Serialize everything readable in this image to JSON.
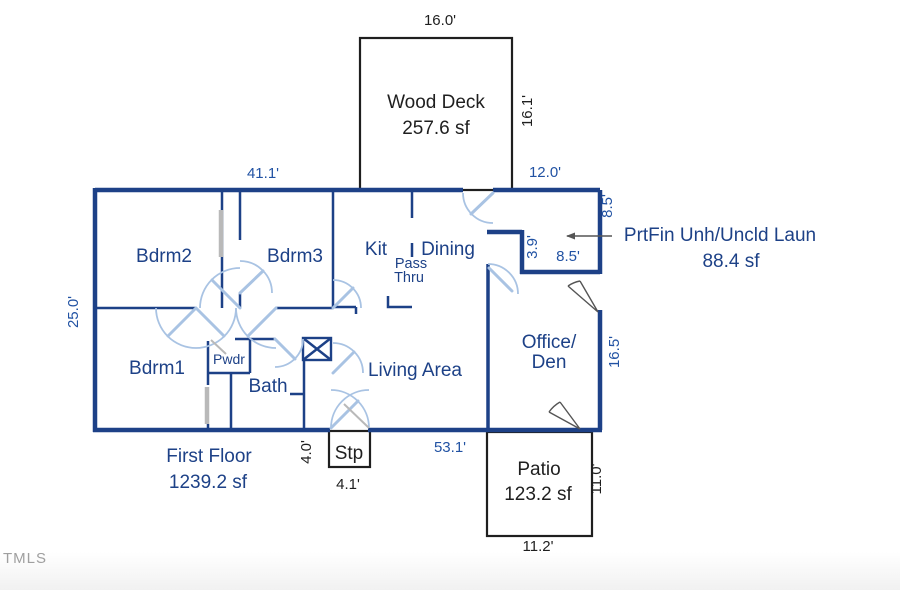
{
  "watermark": "TMLS",
  "rooms": {
    "bdrm2": "Bdrm2",
    "bdrm3": "Bdrm3",
    "kit": "Kit",
    "pass_line1": "Pass",
    "pass_line2": "Thru",
    "dining": "Dining",
    "bdrm1": "Bdrm1",
    "pwdr": "Pwdr",
    "bath": "Bath",
    "living": "Living Area",
    "office_line1": "Office/",
    "office_line2": "Den",
    "stp": "Stp"
  },
  "areas": {
    "wood_deck_name": "Wood Deck",
    "wood_deck_sf": "257.6 sf",
    "laundry_name": "PrtFin Unh/Uncld Laun",
    "laundry_sf": "88.4 sf",
    "first_floor_name": "First Floor",
    "first_floor_sf": "1239.2 sf",
    "patio_name": "Patio",
    "patio_sf": "123.2 sf"
  },
  "dimensions": {
    "deck_width": "16.0'",
    "deck_height": "16.1'",
    "main_top": "41.1'",
    "laundry_top": "12.0'",
    "laundry_right": "8.5'",
    "laundry_notch": "3.9'",
    "laundry_inner": "8.5'",
    "main_left": "25.0'",
    "office_right": "16.5'",
    "stp_height": "4.0'",
    "stp_width": "4.1'",
    "main_bottom": "53.1'",
    "patio_right": "11.0'",
    "patio_bottom": "11.2'"
  },
  "colors": {
    "wall": "#1d4187",
    "door_arc": "#a9c3e3",
    "dim_text": "#2152a3",
    "black": "#1f1f1f",
    "gray": "#b9b9b9",
    "watermark": "#8f8f8f"
  }
}
